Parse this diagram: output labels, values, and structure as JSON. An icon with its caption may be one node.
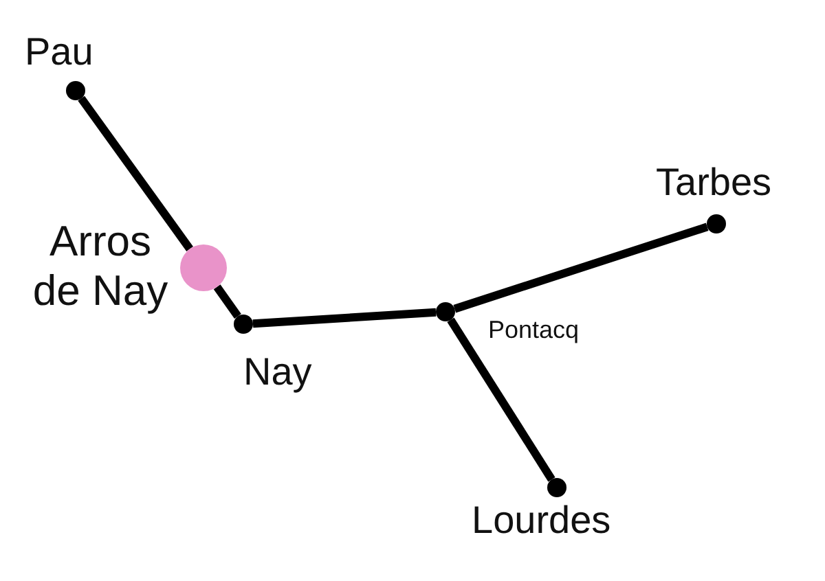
{
  "diagram": {
    "nodes": [
      {
        "text": [],
        "shape": "circle",
        "beside": [
          "Pau"
        ]
      },
      {
        "text": [],
        "shape": "circle",
        "beside": [
          "Arros de Nay"
        ]
      },
      {
        "text": [],
        "shape": "circle",
        "beside": [
          "Nay"
        ]
      },
      {
        "text": [],
        "shape": "circle",
        "beside": [
          "Pontacq"
        ]
      },
      {
        "text": [],
        "shape": "circle",
        "beside": [
          "Tarbes"
        ]
      },
      {
        "text": [],
        "shape": "circle",
        "beside": [
          "Lourdes"
        ]
      }
    ],
    "edges": [
      {
        "from": 0,
        "to": 1,
        "arrow": "none"
      },
      {
        "from": 1,
        "to": 2,
        "arrow": "none"
      },
      {
        "from": 2,
        "to": 3,
        "arrow": "none"
      },
      {
        "from": 3,
        "to": 4,
        "arrow": "none"
      },
      {
        "from": 3,
        "to": 5,
        "arrow": "none"
      }
    ]
  }
}
